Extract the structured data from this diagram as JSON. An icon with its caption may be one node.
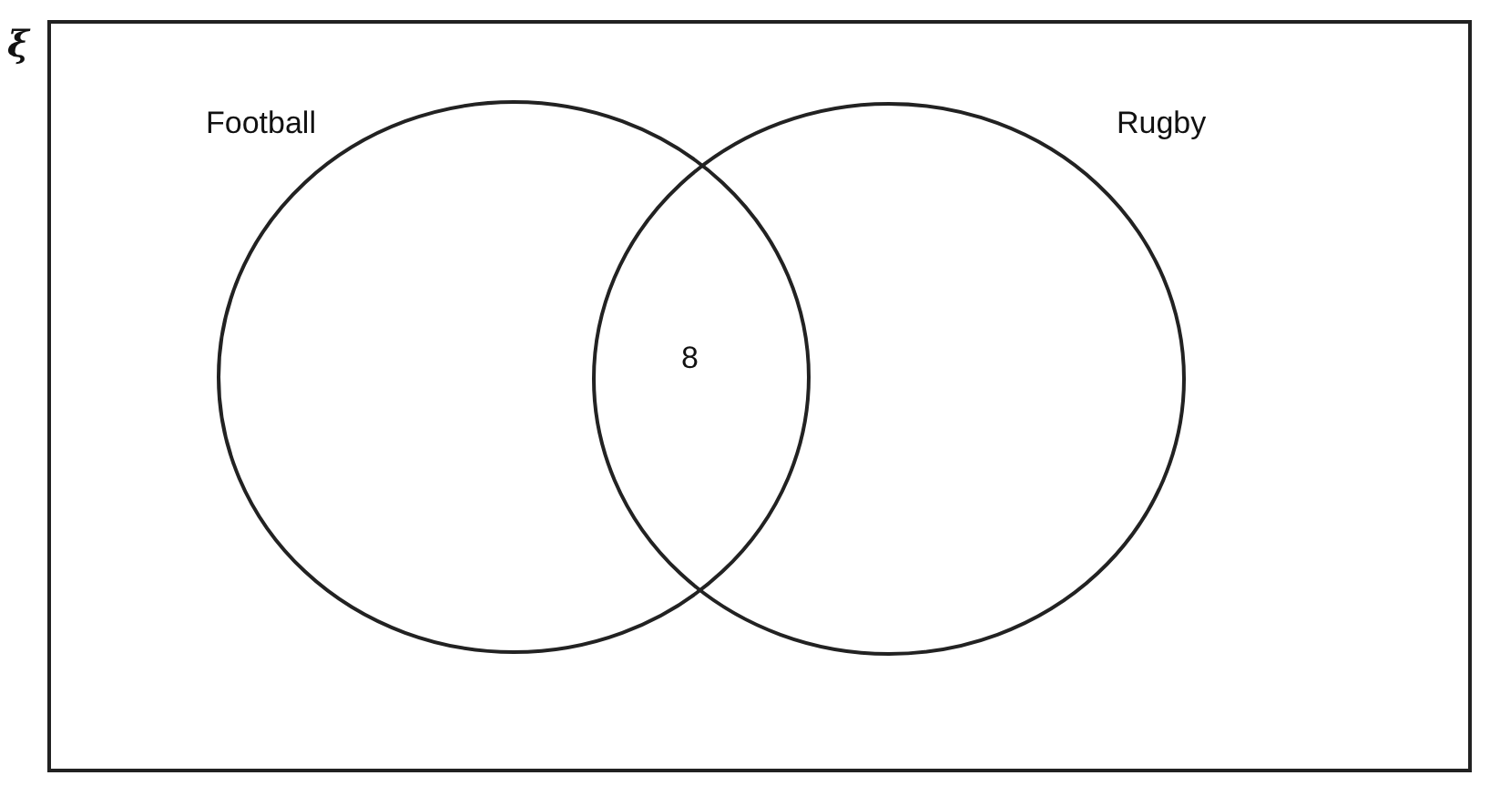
{
  "diagram": {
    "nodes": [
      {
        "text": [],
        "shape": "box",
        "beside": [
          "ξ"
        ]
      },
      {
        "text": [
          "Football"
        ],
        "in": 0
      },
      {
        "text": [
          "Rugby"
        ],
        "in": 0
      }
    ],
    "labels": [
      "8"
    ]
  }
}
